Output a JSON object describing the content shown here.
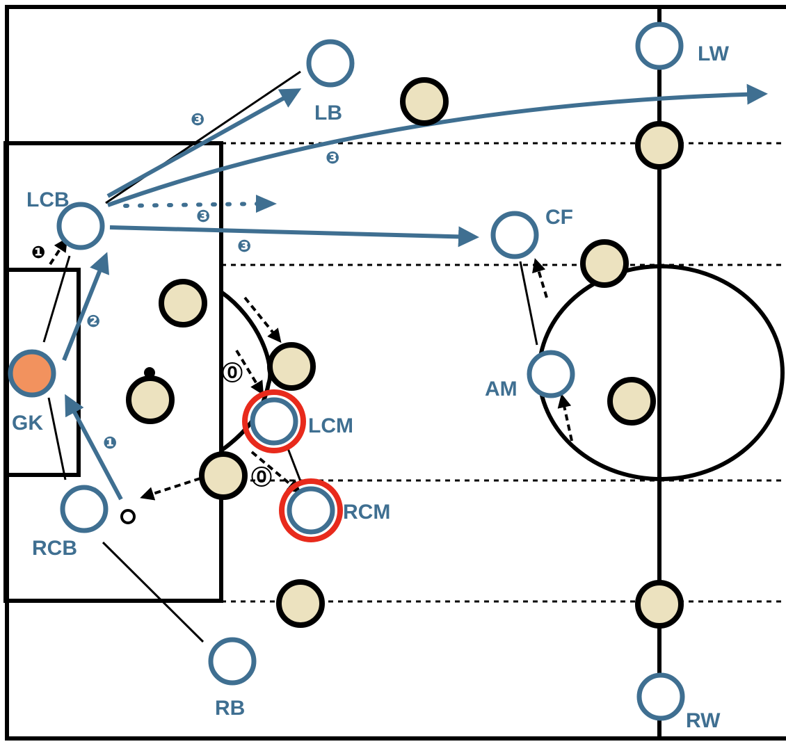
{
  "colors": {
    "team": "#3f6f91",
    "opponent_fill": "#ece2bf",
    "goalkeeper_fill": "#f2925e",
    "highlight_ring": "#e82a1c",
    "line": "#000000"
  },
  "players": {
    "gk": "GK",
    "lcb": "LCB",
    "rcb": "RCB",
    "lb": "LB",
    "rb": "RB",
    "lcm": "LCM",
    "rcm": "RCM",
    "am": "AM",
    "cf": "CF",
    "lw": "LW",
    "rw": "RW"
  },
  "steps": {
    "zero": "⓪",
    "one": "❶",
    "one_blue": "❶",
    "two": "❷",
    "three": "❸"
  }
}
